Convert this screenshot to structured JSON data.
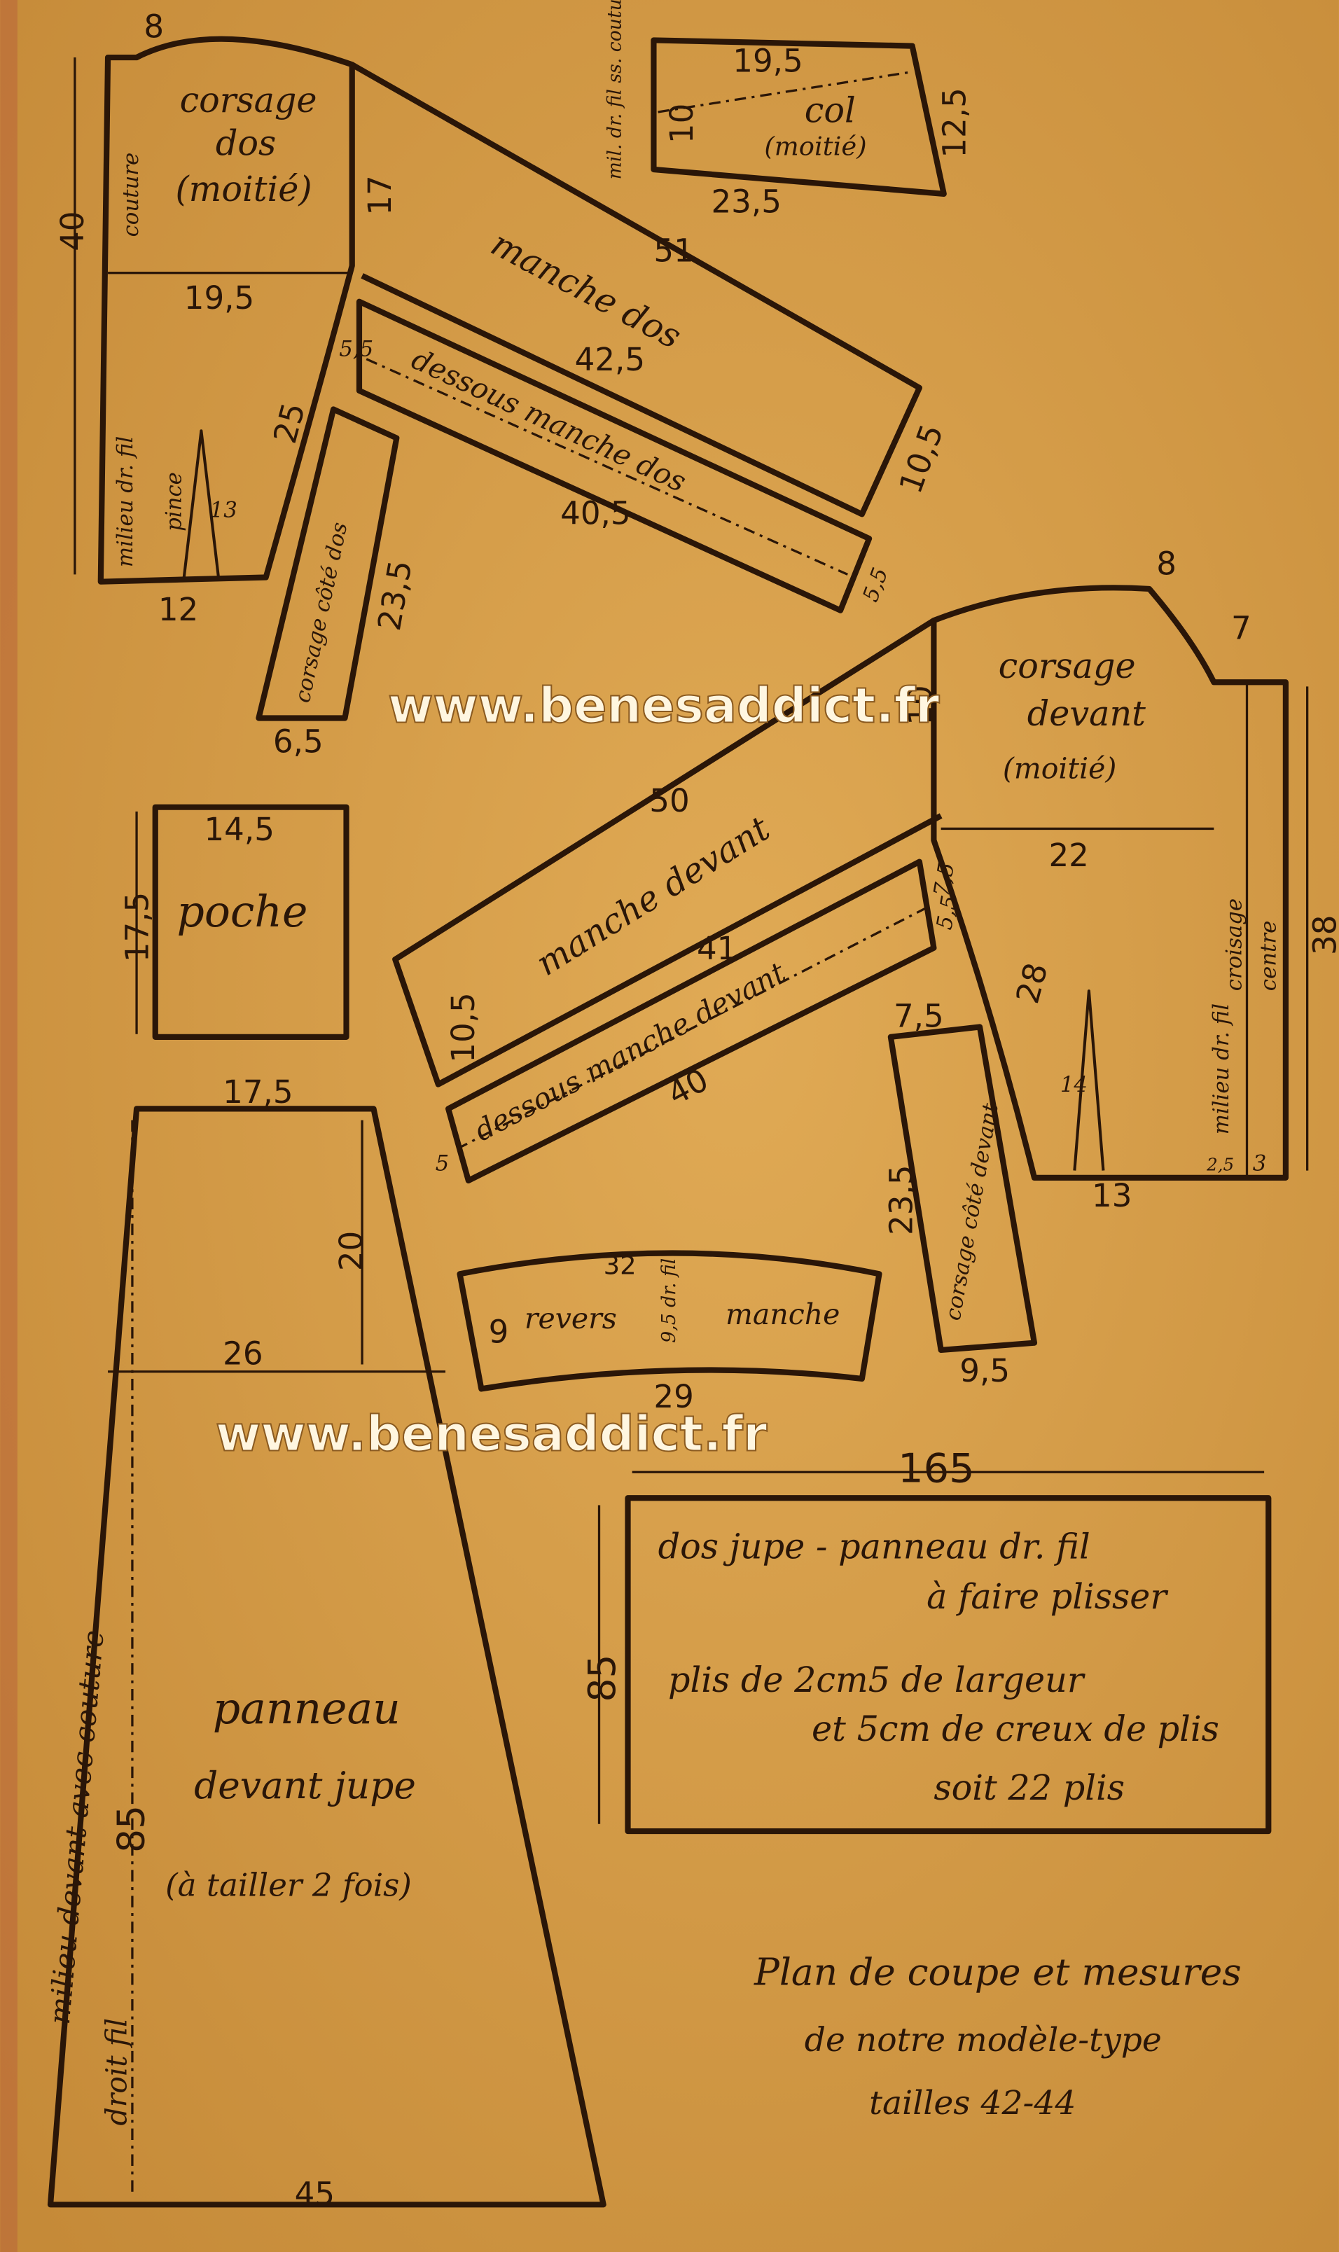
{
  "watermark": "www.benesaddict.fr",
  "colors": {
    "paper": "#d49a45",
    "ink": "#2a1608"
  },
  "corsage_dos": {
    "title": "corsage",
    "sub": "dos",
    "note": "(moitié)",
    "side_label": "couture",
    "grain": "milieu dr. fil",
    "dart": "pince",
    "dims": {
      "neck": "8",
      "height": "40",
      "width": "19,5",
      "armhole": "17",
      "bottom": "12",
      "side": "25",
      "dart": "13"
    }
  },
  "col": {
    "title": "col",
    "note": "(moitié)",
    "grain": "mil. dr. fil ss. couture",
    "dims": {
      "top": "19,5",
      "left": "10",
      "right": "12,5",
      "bottom": "23,5"
    }
  },
  "manche_dos": {
    "title": "manche dos",
    "dims": {
      "top": "51",
      "inner": "42,5",
      "cuff": "10,5"
    }
  },
  "dessous_manche_dos": {
    "title": "dessous manche dos",
    "dims": {
      "length": "40,5",
      "left": "5,5",
      "right": "5,5"
    }
  },
  "corsage_cote_dos": {
    "title": "corsage côté dos",
    "dims": {
      "height": "23,5",
      "bottom": "6,5"
    }
  },
  "corsage_devant": {
    "title": "corsage",
    "sub": "devant",
    "note": "(moitié)",
    "grain": "milieu dr. fil",
    "croisage": "croisage",
    "centre": "centre",
    "dims": {
      "neck": "8",
      "neck_drop": "7",
      "armhole": "10",
      "width": "22",
      "height": "38",
      "side": "28",
      "dart": "14",
      "bottom": "13",
      "overlap": "2,5",
      "facing": "3"
    }
  },
  "manche_devant": {
    "title": "manche devant",
    "dims": {
      "top": "50",
      "inner": "41",
      "cuff": "10,5",
      "top_right": "7,5"
    }
  },
  "dessous_manche_devant": {
    "title": "dessous manche devant",
    "dims": {
      "length": "40",
      "left": "5",
      "right": "5,5"
    }
  },
  "corsage_cote_devant": {
    "title": "corsage côté devant",
    "dims": {
      "top": "7,5",
      "height": "23,5",
      "bottom": "9,5"
    }
  },
  "poche": {
    "title": "poche",
    "dims": {
      "width": "14,5",
      "height": "17,5"
    }
  },
  "revers_manche": {
    "title_a": "revers",
    "title_b": "manche",
    "grain": "9,5 dr. fil",
    "dims": {
      "top": "32",
      "side": "9",
      "bottom": "29"
    }
  },
  "panneau_devant": {
    "title": "panneau",
    "sub": "devant jupe",
    "note": "(à tailler 2 fois)",
    "side_label": "milieu devant avec couture",
    "grain": "droit fil",
    "dims": {
      "top": "17,5",
      "yoke": "20",
      "hip": "26",
      "length": "85",
      "bottom": "45"
    }
  },
  "dos_jupe": {
    "line1": "dos jupe -  panneau dr. fil",
    "line2": "à faire plisser",
    "line3": "plis de 2cm5 de largeur",
    "line4": "et 5cm de creux de plis",
    "line5": "soit 22 plis",
    "dims": {
      "width": "165",
      "height": "85"
    }
  },
  "caption": {
    "line1": "Plan de coupe et mesures",
    "line2": "de notre modèle-type",
    "line3": "tailles 42-44"
  }
}
